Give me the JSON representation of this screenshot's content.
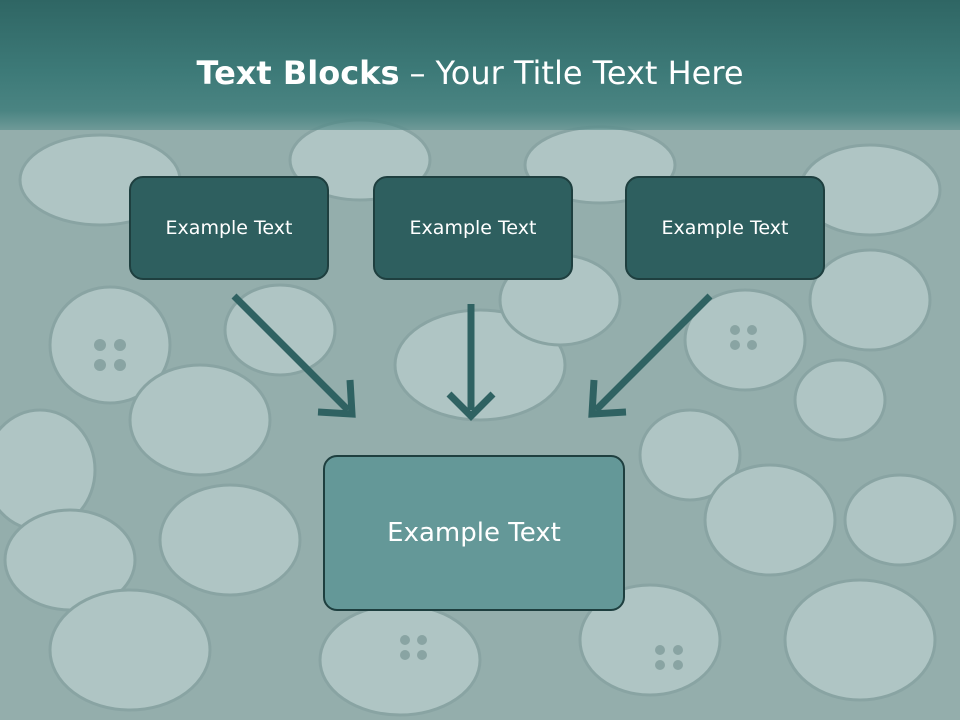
{
  "title": {
    "bold": "Text Blocks",
    "dash": "–",
    "rest": "Your Title Text Here"
  },
  "blocks": [
    {
      "label": "Example Text"
    },
    {
      "label": "Example Text"
    },
    {
      "label": "Example Text"
    }
  ],
  "target": {
    "label": "Example Text"
  },
  "colors": {
    "header": "#2f6664",
    "box_dark": "#2e5f5f",
    "box_light": "#649898",
    "arrow": "#2f6262",
    "background": "#8fa9a7"
  }
}
